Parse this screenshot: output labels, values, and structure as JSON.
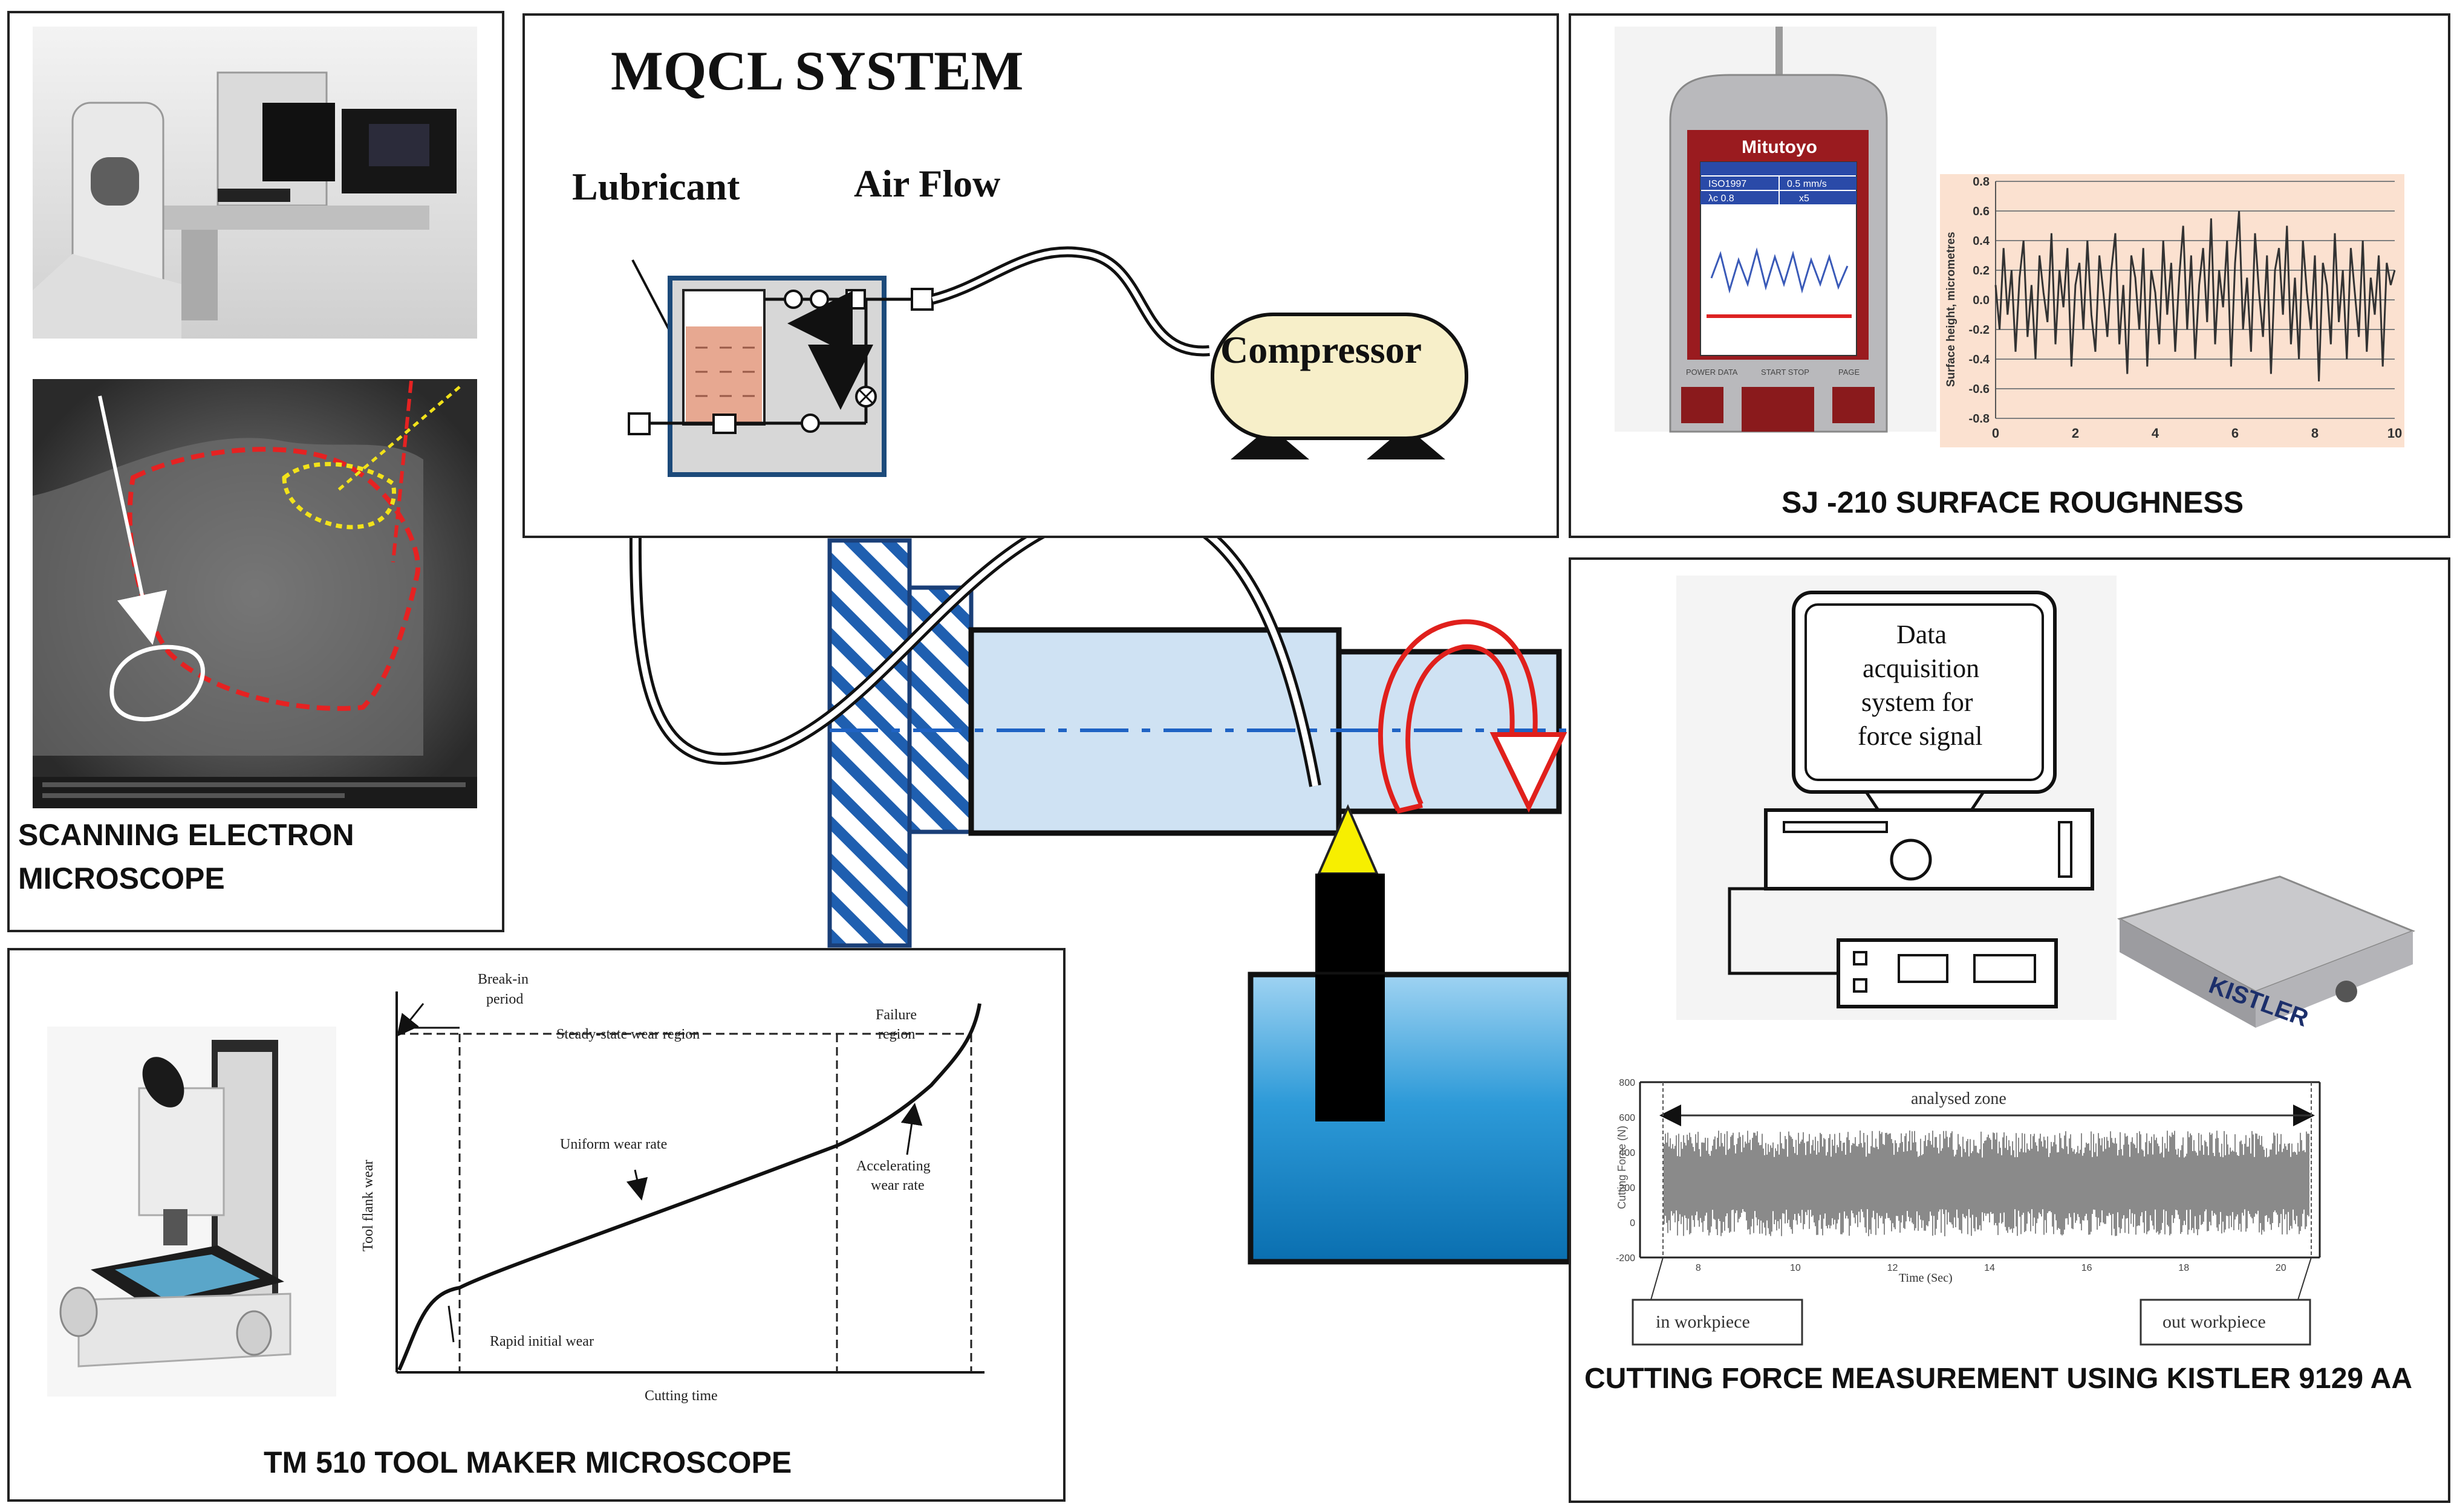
{
  "colors": {
    "water_blue": "#0a7fc2",
    "part_fill": "#cfe2f3",
    "hatch_blue": "#1f5fb0",
    "arrow_red": "#e0201c",
    "sem_red": "#e52222",
    "sem_yellow": "#f2e21a",
    "tool_tip_yellow": "#f7ef00",
    "compressor_fill": "#f7efc9",
    "roughness_bg": "#fbe1d0",
    "mqcl_panel": "#d7d7d7",
    "mqcl_border": "#1c4a7a",
    "reservoir": "#e7a891"
  },
  "sem_panel": {
    "caption_line1": "SCANNING ELECTRON",
    "caption_line2": "MICROSCOPE",
    "photo_icon": "sem-workstation-photo",
    "micrograph_icon": "sem-tool-wear-micrograph"
  },
  "mqcl_panel": {
    "title": "MQCL SYSTEM",
    "lubricant_label": "Lubricant",
    "airflow_label": "Air Flow",
    "compressor_label": "Compressor"
  },
  "roughness_panel": {
    "caption": "SJ -210 SURFACE ROUGHNESS",
    "device_brand": "Mitutoyo",
    "device_screen_rows": [
      "ISO1997",
      "0.5 mm/s",
      "λc 0.8",
      "x5"
    ],
    "device_buttons": [
      "POWER DATA",
      "START STOP",
      "PAGE"
    ],
    "chart_data": {
      "type": "line",
      "ylabel": "Surface height, micrometres",
      "xlim": [
        0,
        10
      ],
      "ylim": [
        -0.8,
        0.8
      ],
      "x_ticks": [
        "0",
        "2",
        "4",
        "6",
        "8",
        "10"
      ],
      "y_ticks": [
        "0.8",
        "0.6",
        "0.4",
        "0.2",
        "0.0",
        "-0.2",
        "-0.4",
        "-0.6",
        "-0.8"
      ],
      "grid": true,
      "profile_x": [
        0,
        0.1,
        0.2,
        0.3,
        0.4,
        0.5,
        0.6,
        0.7,
        0.8,
        0.9,
        1.0,
        1.1,
        1.2,
        1.3,
        1.4,
        1.5,
        1.6,
        1.7,
        1.8,
        1.9,
        2.0,
        2.1,
        2.2,
        2.3,
        2.4,
        2.5,
        2.6,
        2.7,
        2.8,
        2.9,
        3.0,
        3.1,
        3.2,
        3.3,
        3.4,
        3.5,
        3.6,
        3.7,
        3.8,
        3.9,
        4.0,
        4.1,
        4.2,
        4.3,
        4.4,
        4.5,
        4.6,
        4.7,
        4.8,
        4.9,
        5.0,
        5.1,
        5.2,
        5.3,
        5.4,
        5.5,
        5.6,
        5.7,
        5.8,
        5.9,
        6.0,
        6.1,
        6.2,
        6.3,
        6.4,
        6.5,
        6.6,
        6.7,
        6.8,
        6.9,
        7.0,
        7.1,
        7.2,
        7.3,
        7.4,
        7.5,
        7.6,
        7.7,
        7.8,
        7.9,
        8.0,
        8.1,
        8.2,
        8.3,
        8.4,
        8.5,
        8.6,
        8.7,
        8.8,
        8.9,
        9.0,
        9.1,
        9.2,
        9.3,
        9.4,
        9.5,
        9.6,
        9.7,
        9.8,
        9.9,
        10.0
      ],
      "profile_y": [
        0.1,
        -0.2,
        0.35,
        -0.1,
        0.2,
        -0.35,
        0.15,
        0.4,
        -0.25,
        0.1,
        -0.4,
        0.3,
        0.05,
        -0.15,
        0.45,
        -0.3,
        0.2,
        -0.05,
        0.35,
        -0.45,
        0.1,
        0.25,
        -0.2,
        0.4,
        -0.1,
        -0.35,
        0.3,
        0.05,
        -0.25,
        0.2,
        0.45,
        -0.3,
        0.1,
        -0.5,
        0.3,
        0.15,
        -0.2,
        0.35,
        -0.45,
        0.2,
        0.05,
        -0.3,
        0.4,
        -0.1,
        0.25,
        -0.35,
        0.15,
        0.5,
        -0.2,
        0.3,
        -0.4,
        0.1,
        0.35,
        -0.15,
        0.55,
        -0.3,
        0.2,
        -0.05,
        0.4,
        -0.45,
        0.25,
        0.6,
        -0.2,
        0.15,
        -0.35,
        0.45,
        0.05,
        -0.25,
        0.3,
        -0.5,
        0.2,
        0.35,
        -0.1,
        0.5,
        -0.3,
        0.15,
        -0.4,
        0.4,
        0.05,
        -0.2,
        0.3,
        -0.55,
        0.25,
        0.1,
        -0.3,
        0.45,
        -0.15,
        0.2,
        -0.4,
        0.35,
        0.05,
        -0.25,
        0.4,
        -0.35,
        0.15,
        -0.1,
        0.3,
        -0.45,
        0.25,
        0.1,
        0.2
      ]
    }
  },
  "kistler_panel": {
    "caption": "CUTTING FORCE MEASUREMENT USING KISTLER 9129 AA",
    "computer_screen_text": [
      "Data",
      "acquisition",
      "system for",
      "force signal"
    ],
    "dyno_brand": "KISTLER",
    "chart_data": {
      "type": "line",
      "xlabel": "Time (Sec)",
      "ylabel": "Cutting Force (N)",
      "x_ticks": [
        "8",
        "10",
        "12",
        "14",
        "16",
        "18",
        "20"
      ],
      "y_ticks": [
        "800",
        "600",
        "400",
        "200",
        "0",
        "-200"
      ],
      "annotation_zone": "analysed zone",
      "annotation_in": "in workpiece",
      "annotation_out": "out workpiece"
    }
  },
  "wear_panel": {
    "caption": "TM 510 TOOL MAKER MICROSCOPE",
    "microscope_icon": "tool-maker-microscope-photo",
    "chart_data": {
      "type": "line",
      "xlabel": "Cutting time",
      "ylabel": "Tool flank wear",
      "annotations": {
        "break_in": [
          "Break-in",
          "period"
        ],
        "steady": "Steady-state wear region",
        "failure": [
          "Failure",
          "region"
        ],
        "uniform": "Uniform wear rate",
        "accelerating": [
          "Accelerating",
          "wear rate"
        ],
        "rapid": "Rapid initial wear"
      }
    }
  },
  "center": {
    "chuck_icon": "lathe-chuck-hatched",
    "workpiece_icon": "cylindrical-workpiece",
    "rotation_icon": "rotation-arrow-icon",
    "tool_icon": "cutting-tool-yellow-tip",
    "dynamometer_icon": "dynamometer-block-blue"
  }
}
